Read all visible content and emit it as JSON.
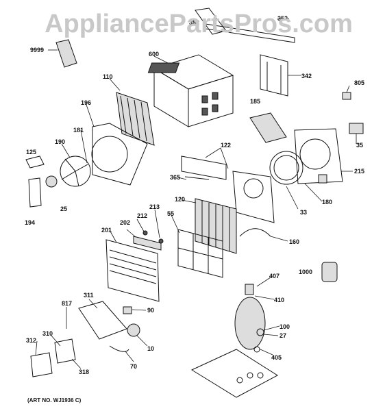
{
  "watermark": "AppliancePartsPros.com",
  "art_no": "(ART NO. WJ1936 C)",
  "labels": [
    "9999",
    "352",
    "352",
    "600",
    "342",
    "110",
    "805",
    "196",
    "185",
    "181",
    "35",
    "190",
    "125",
    "122",
    "215",
    "365",
    "180",
    "194",
    "25",
    "120",
    "55",
    "33",
    "212",
    "213",
    "202",
    "201",
    "160",
    "1000",
    "407",
    "311",
    "410",
    "817",
    "90",
    "100",
    "27",
    "310",
    "10",
    "312",
    "405",
    "318",
    "70"
  ]
}
